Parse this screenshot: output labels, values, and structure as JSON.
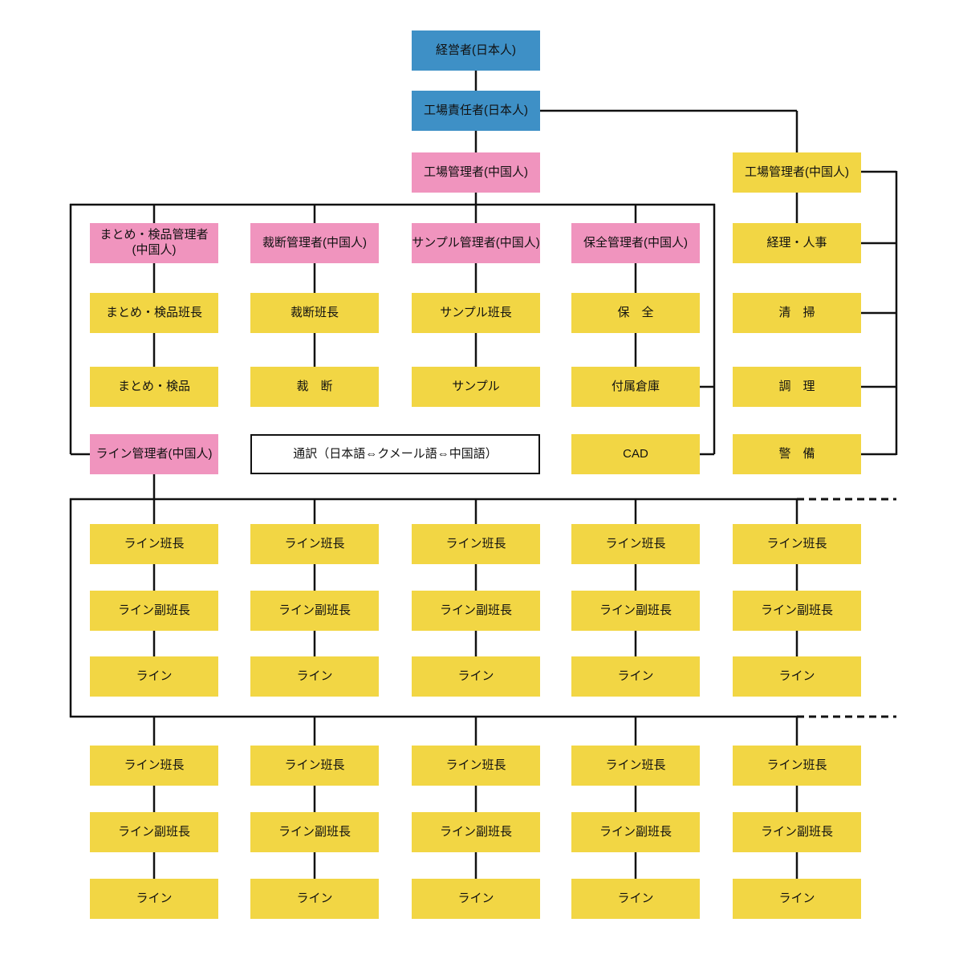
{
  "palette": {
    "blue": "#3E90C6",
    "pink": "#F094BE",
    "yellow": "#F2D644",
    "connector": "#111111",
    "background": "#FFFFFF"
  },
  "org": {
    "executive": "経営者(日本人)",
    "factory_head": "工場責任者(日本人)",
    "factory_manager": "工場管理者(中国人)",
    "admin": {
      "manager": "工場管理者(中国人)",
      "units": [
        "経理・人事",
        "清　掃",
        "調　理",
        "警　備"
      ]
    },
    "departments": [
      {
        "manager": "まとめ・検品管理者\n(中国人)",
        "leader": "まとめ・検品班長",
        "unit": "まとめ・検品"
      },
      {
        "manager": "裁断管理者(中国人)",
        "leader": "裁断班長",
        "unit": "裁　断"
      },
      {
        "manager": "サンプル管理者(中国人)",
        "leader": "サンプル班長",
        "unit": "サンプル"
      },
      {
        "manager": "保全管理者(中国人)",
        "leader": "保　全",
        "unit": "付属倉庫",
        "extra": "CAD"
      }
    ],
    "line_manager": "ライン管理者(中国人)",
    "interpreter": "通訳（日本語⇔クメール語⇔中国語）",
    "line_roles": {
      "leader": "ライン班長",
      "deputy": "ライン副班長",
      "line": "ライン"
    }
  }
}
